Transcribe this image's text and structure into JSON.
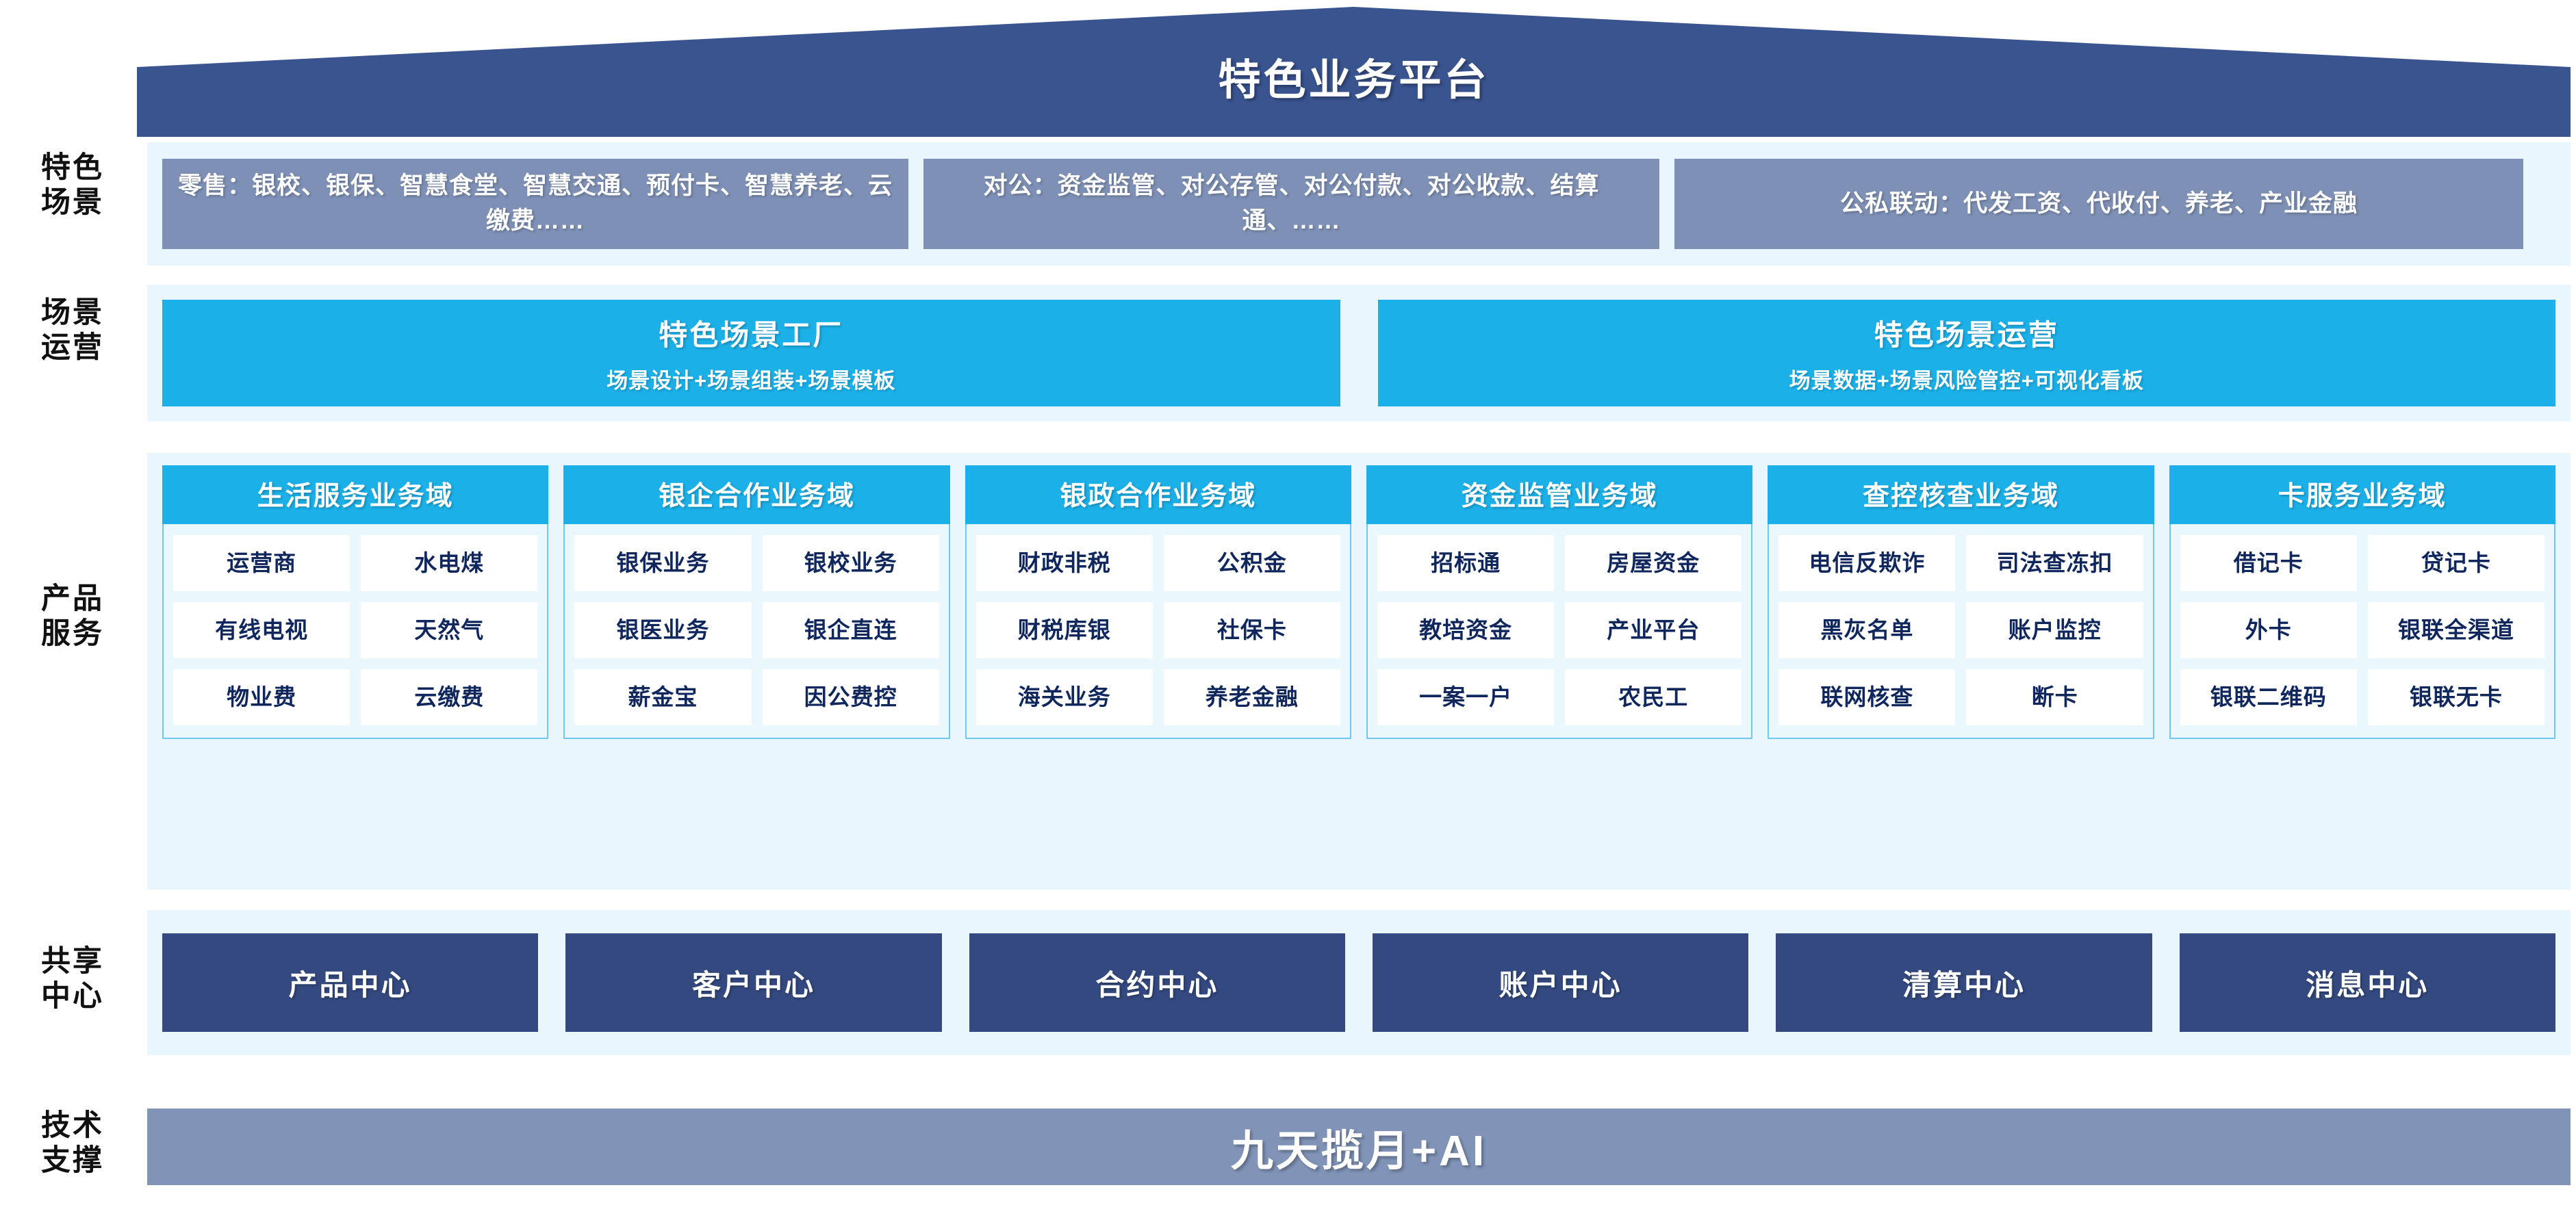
{
  "header": {
    "title": "特色业务平台"
  },
  "rails": [
    {
      "label": "特色\n场景"
    },
    {
      "label": "场景\n运营"
    },
    {
      "label": "产品\n服务"
    },
    {
      "label": "共享\n中心"
    },
    {
      "label": "技术\n支撑"
    }
  ],
  "rail_labels": {
    "scenario": "特色\n场景",
    "operation": "场景\n运营",
    "product": "产品\n服务",
    "shared": "共享\n中心",
    "tech": "技术\n支撑"
  },
  "scenarios": [
    "零售：银校、银保、智慧食堂、智慧交通、预付卡、智慧养老、云缴费……",
    "对公：资金监管、对公存管、对公付款、对公收款、结算通、……",
    "公私联动：代发工资、代收付、养老、产业金融"
  ],
  "operations": [
    {
      "title": "特色场景工厂",
      "subtitle": "场景设计+场景组装+场景模板"
    },
    {
      "title": "特色场景运营",
      "subtitle": "场景数据+场景风险管控+可视化看板"
    }
  ],
  "domains": [
    {
      "title": "生活服务业务域",
      "rows": [
        [
          "运营商",
          "水电煤"
        ],
        [
          "有线电视",
          "天然气"
        ],
        [
          "物业费",
          "云缴费"
        ]
      ]
    },
    {
      "title": "银企合作业务域",
      "rows": [
        [
          "银保业务",
          "银校业务"
        ],
        [
          "银医业务",
          "银企直连"
        ],
        [
          "薪金宝",
          "因公费控"
        ]
      ]
    },
    {
      "title": "银政合作业务域",
      "rows": [
        [
          "财政非税",
          "公积金"
        ],
        [
          "财税库银",
          "社保卡"
        ],
        [
          "海关业务",
          "养老金融"
        ]
      ]
    },
    {
      "title": "资金监管业务域",
      "rows": [
        [
          "招标通",
          "房屋资金"
        ],
        [
          "教培资金",
          "产业平台"
        ],
        [
          "一案一户",
          "农民工"
        ]
      ]
    },
    {
      "title": "查控核查业务域",
      "rows": [
        [
          "电信\n反欺诈",
          "司法\n查冻扣"
        ],
        [
          "黑灰名单",
          "账户监控"
        ],
        [
          "联网核查",
          "断卡"
        ]
      ]
    },
    {
      "title": "卡服务业务域",
      "rows": [
        [
          "借记卡",
          "贷记卡"
        ],
        [
          "外卡",
          "银联\n全渠道"
        ],
        [
          "银联\n二维码",
          "银联无卡"
        ]
      ]
    }
  ],
  "shared_centers": [
    "产品中心",
    "客户中心",
    "合约中心",
    "账户中心",
    "清算中心",
    "消息中心"
  ],
  "tech_support": {
    "label": "九天揽月+AI"
  },
  "colors": {
    "roof_navy": "#3a5490",
    "scenario_box": "#7e90b5",
    "cyan": "#1cb0e8",
    "band_bg": "#e9f6fd",
    "shared_navy": "#33497f",
    "tech_bar": "#8194b8",
    "cell_text": "#10275e",
    "domain_border": "#6ec8ef"
  }
}
